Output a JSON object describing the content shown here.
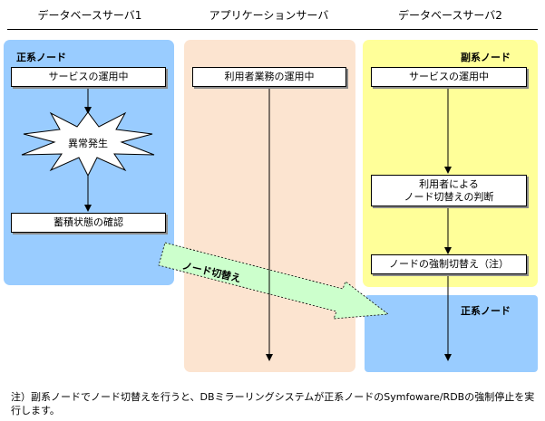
{
  "columns": {
    "server1": "データベースサーバ1",
    "app_server": "アプリケーションサーバ",
    "server2": "データベースサーバ2"
  },
  "server1": {
    "role_label": "正系ノード",
    "step_service": "サービスの運用中",
    "step_failure": "異常発生",
    "step_check": "蓄積状態の確認"
  },
  "app_server": {
    "step_business": "利用者業務の運用中"
  },
  "server2": {
    "role_label_before": "副系ノード",
    "step_service": "サービスの運用中",
    "step_decision": "利用者による\nノード切替えの判断",
    "step_force": "ノードの強制切替え（注）",
    "role_label_after": "正系ノード"
  },
  "switch_arrow_label": "ノード切替え",
  "footnote": "注）副系ノードでノード切替えを行うと、DBミラーリングシステムが正系ノードのSymfoware/RDBの強制停止を実行します。",
  "colors": {
    "primary_blue": "#99ccff",
    "app_peach": "#fce4d0",
    "secondary_yellow": "#ffff99",
    "switch_arrow_green": "#ccffcc"
  }
}
